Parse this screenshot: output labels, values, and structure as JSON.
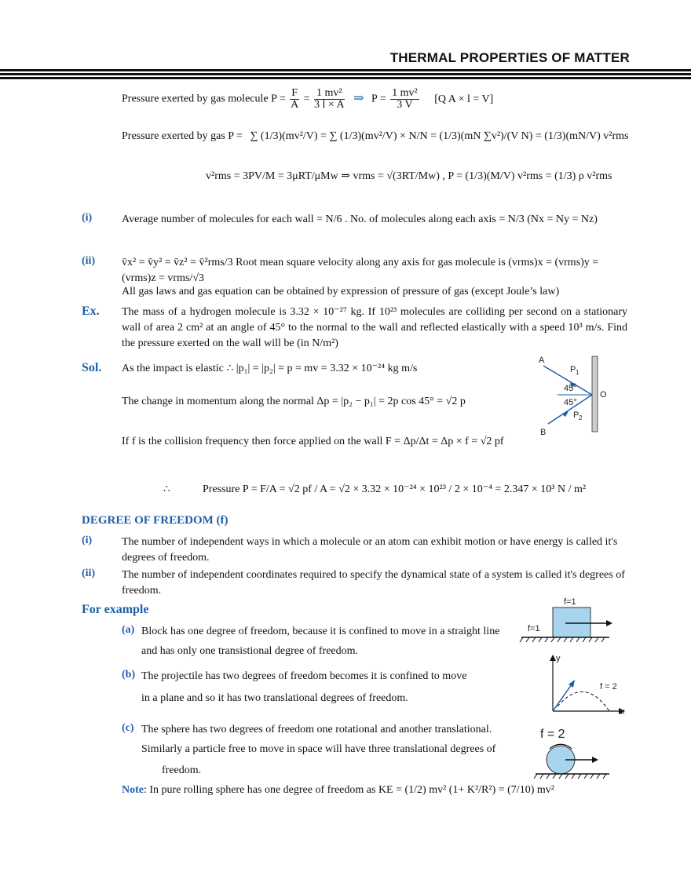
{
  "header": {
    "title": "THERMAL PROPERTIES OF MATTER"
  },
  "eq1": {
    "text": "Pressure exerted by gas molecule  P =",
    "frac1_num": "F",
    "frac1_den": "A",
    "eq": "=",
    "frac2_num": "1  mv²",
    "frac2_den": "3 l × A",
    "rhs": "P =",
    "frac3_num": "1  mv²",
    "frac3_den": "3   V",
    "note": "[Q A × l = V]"
  },
  "eq2": {
    "text": "Pressure exerted by gas P =",
    "expr": "∑ (1/3)(mv²/V) = ∑ (1/3)(mv²/V) × N/N = (1/3)(mN ∑v²)/(V N) = (1/3)(mN/V) v²rms"
  },
  "eq3": {
    "expr": "v²rms = 3PV/M = 3μRT/μMw  ⇒  vrms = √(3RT/Mw) ,  P = (1/3)(M/V) v²rms = (1/3) ρ v²rms"
  },
  "items_top": [
    {
      "label": "(i)",
      "text": "Average number of molecules for each wall = N/6 . No. of molecules along each axis = N/3  (Nx = Ny = Nz)"
    },
    {
      "label": "(ii)",
      "text": "v̄x² = v̄y² = v̄z² = v̄²rms/3   Root mean square velocity along any axis for gas molecule is (vrms)x = (vrms)y = (vrms)z = vrms/√3"
    }
  ],
  "gas_laws": "All gas laws and gas equation can be obtained by expression of pressure of gas  (except Joule’s law)",
  "example": {
    "label": "Ex.",
    "text": "The mass of a hydrogen molecule is 3.32 × 10⁻²⁷ kg.  If 10²³ molecules are colliding per second on a stationary wall of area 2 cm² at an angle of 45° to the normal to the wall and reflected elastically with a speed 10³ m/s. Find the pressure exerted on the wall will be (in N/m²)"
  },
  "solution": {
    "label": "Sol.",
    "line1": "As the impact is elastic      ∴  |p₁| = |p₂| = p = mv = 3.32 × 10⁻²⁴ kg m/s",
    "line2": "The change in momentum along the normal  Δp = |p₂ − p₁| = 2p cos 45° = √2 p",
    "line3": "If f is the collision frequency then force applied on the wall   F = Δp/Δt = Δp × f = √2 pf",
    "line4_prefix": "∴",
    "line4": "Pressure  P = F/A = √2 pf / A = √2 × 3.32 × 10⁻²⁴ × 10²³ / 2 × 10⁻⁴  = 2.347 × 10³ N / m²"
  },
  "diagram1": {
    "A": "A",
    "B": "B",
    "P1": "P",
    "P1sub": "1",
    "P2": "P",
    "P2sub": "2",
    "ang1": "45°",
    "ang2": "45°",
    "O": "O"
  },
  "dof": {
    "title": "DEGREE OF FREEDOM (f)",
    "items": [
      {
        "label": "(i)",
        "text": "The number of independent ways in which a molecule or an atom can exhibit motion or have energy is called it's degrees of freedom."
      },
      {
        "label": "(ii)",
        "text": "The number of independent coordinates required to specify the dynamical state of a system is called it's degrees of freedom."
      }
    ]
  },
  "for_example": {
    "title": "For example",
    "items": [
      {
        "label": "(a)",
        "line1": "Block has one degree of freedom, because it is confined to move in a straight line",
        "line2": "and has only one transistional degree of freedom."
      },
      {
        "label": "(b)",
        "line1": "The projectile has two degrees of freedom becomes it is confined to move",
        "line2": "in a plane and so it has two translational degrees of freedom."
      },
      {
        "label": "(c)",
        "line1": "The sphere has two degrees of freedom one rotational and another translational.",
        "line2": "Similarly a particle free to move in space will have three translational degrees of",
        "line3": "freedom."
      }
    ]
  },
  "note": {
    "label": "Note",
    "text": ": In pure rolling sphere has one degree of freedom as KE = (1/2) mv² (1+ K²/R²) = (7/10) mv²"
  },
  "diagram2": {
    "top": "f=1",
    "left": "f=1"
  },
  "diagram3": {
    "y": "y",
    "x": "x",
    "f": "f = 2"
  },
  "diagram4": {
    "f": "f = 2"
  },
  "colors": {
    "accent": "#1e5fa8",
    "box": "#a8d4f0"
  }
}
